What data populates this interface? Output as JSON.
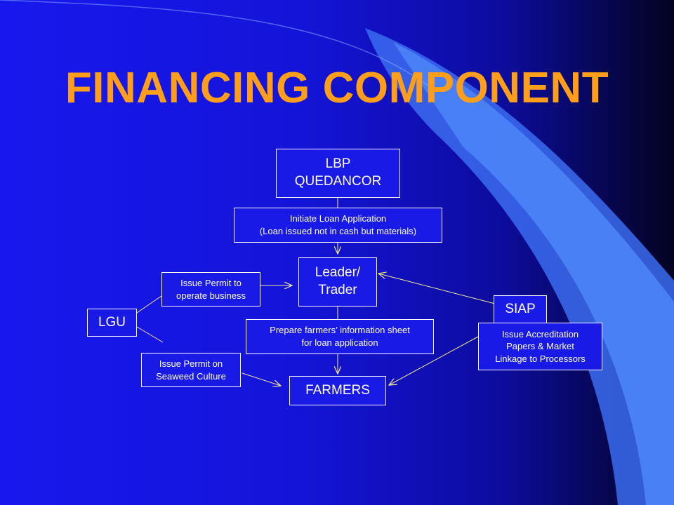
{
  "slide": {
    "title": "FINANCING COMPONENT"
  },
  "diagram": {
    "nodes": {
      "lbp": "LBP\nQUEDANCOR",
      "leader": "Leader/\nTrader",
      "farmers": "FARMERS",
      "lgu": "LGU",
      "siap": "SIAP"
    },
    "labels": {
      "initiate_loan": "Initiate Loan Application\n(Loan issued not in cash but materials)",
      "prepare_sheet": "Prepare farmers’ information sheet\nfor loan application",
      "permit_business": "Issue Permit to\noperate business",
      "permit_seaweed": "Issue Permit on\nSeaweed Culture",
      "accreditation": "Issue Accreditation\nPapers & Market\nLinkage to Processors"
    }
  },
  "colors": {
    "title": "#ff9e1a",
    "box_border": "#ffffff",
    "box_fill": "#1a1ae6",
    "arrow": "#f2e890"
  }
}
